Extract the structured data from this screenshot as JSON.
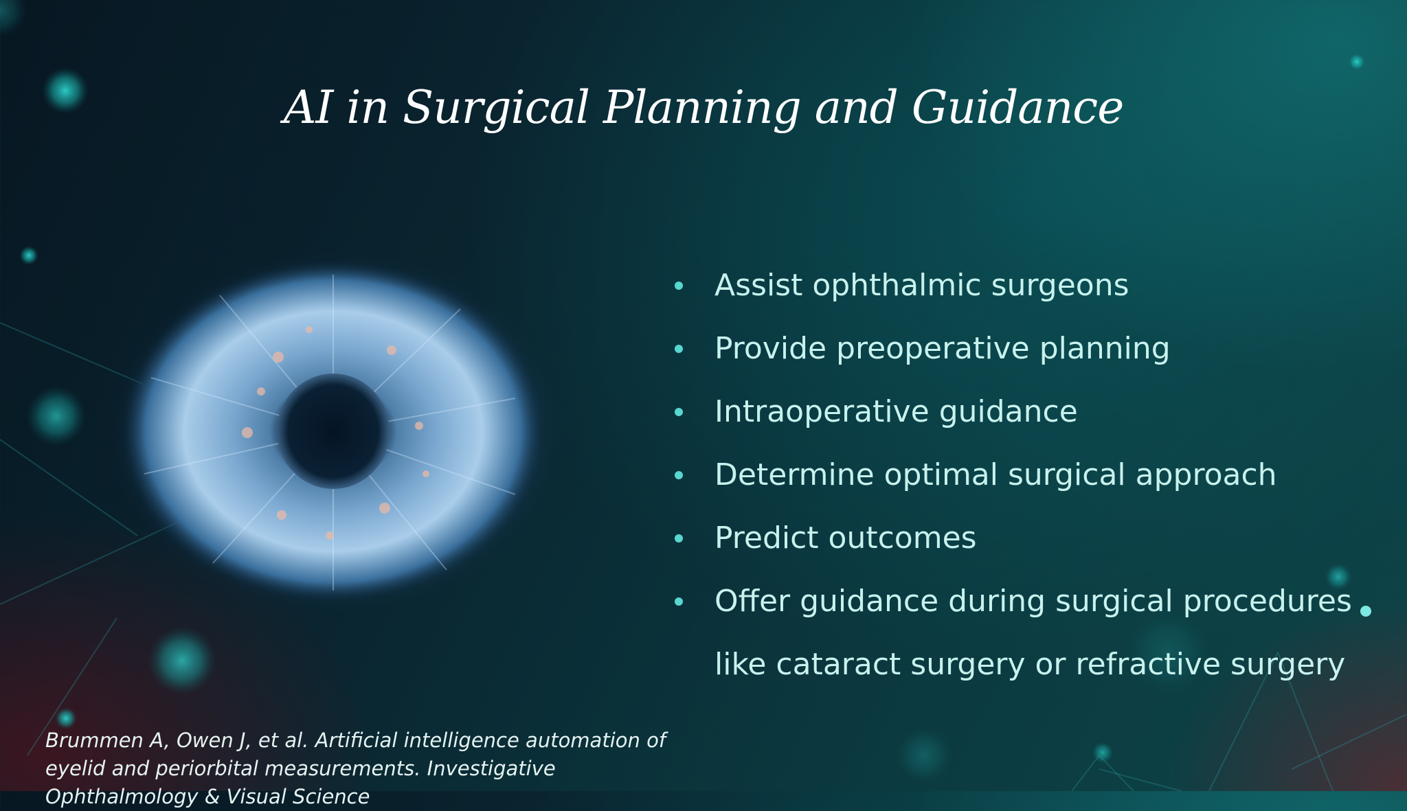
{
  "slide": {
    "title": "AI in Surgical Planning and Guidance",
    "bullets": [
      "Assist ophthalmic surgeons",
      "Provide preoperative planning",
      "Intraoperative guidance",
      "Determine optimal surgical approach",
      "Predict outcomes",
      "Offer guidance during surgical procedures"
    ],
    "bullet_continuation": "like cataract surgery or refractive surgery",
    "citation_lines": [
      "Brummen A, Owen J, et al. Artificial intelligence automation of",
      "eyelid and periorbital measurements. Investigative",
      "Ophthalmology & Visual Science"
    ],
    "image_subject": "eye-iris-illustration-icon",
    "colors": {
      "title": "#ffffff",
      "bullet_text": "#c8f2ee",
      "bullet_dot": "#58d6d0",
      "background_dark": "#071722",
      "background_teal": "#0d4448"
    }
  }
}
